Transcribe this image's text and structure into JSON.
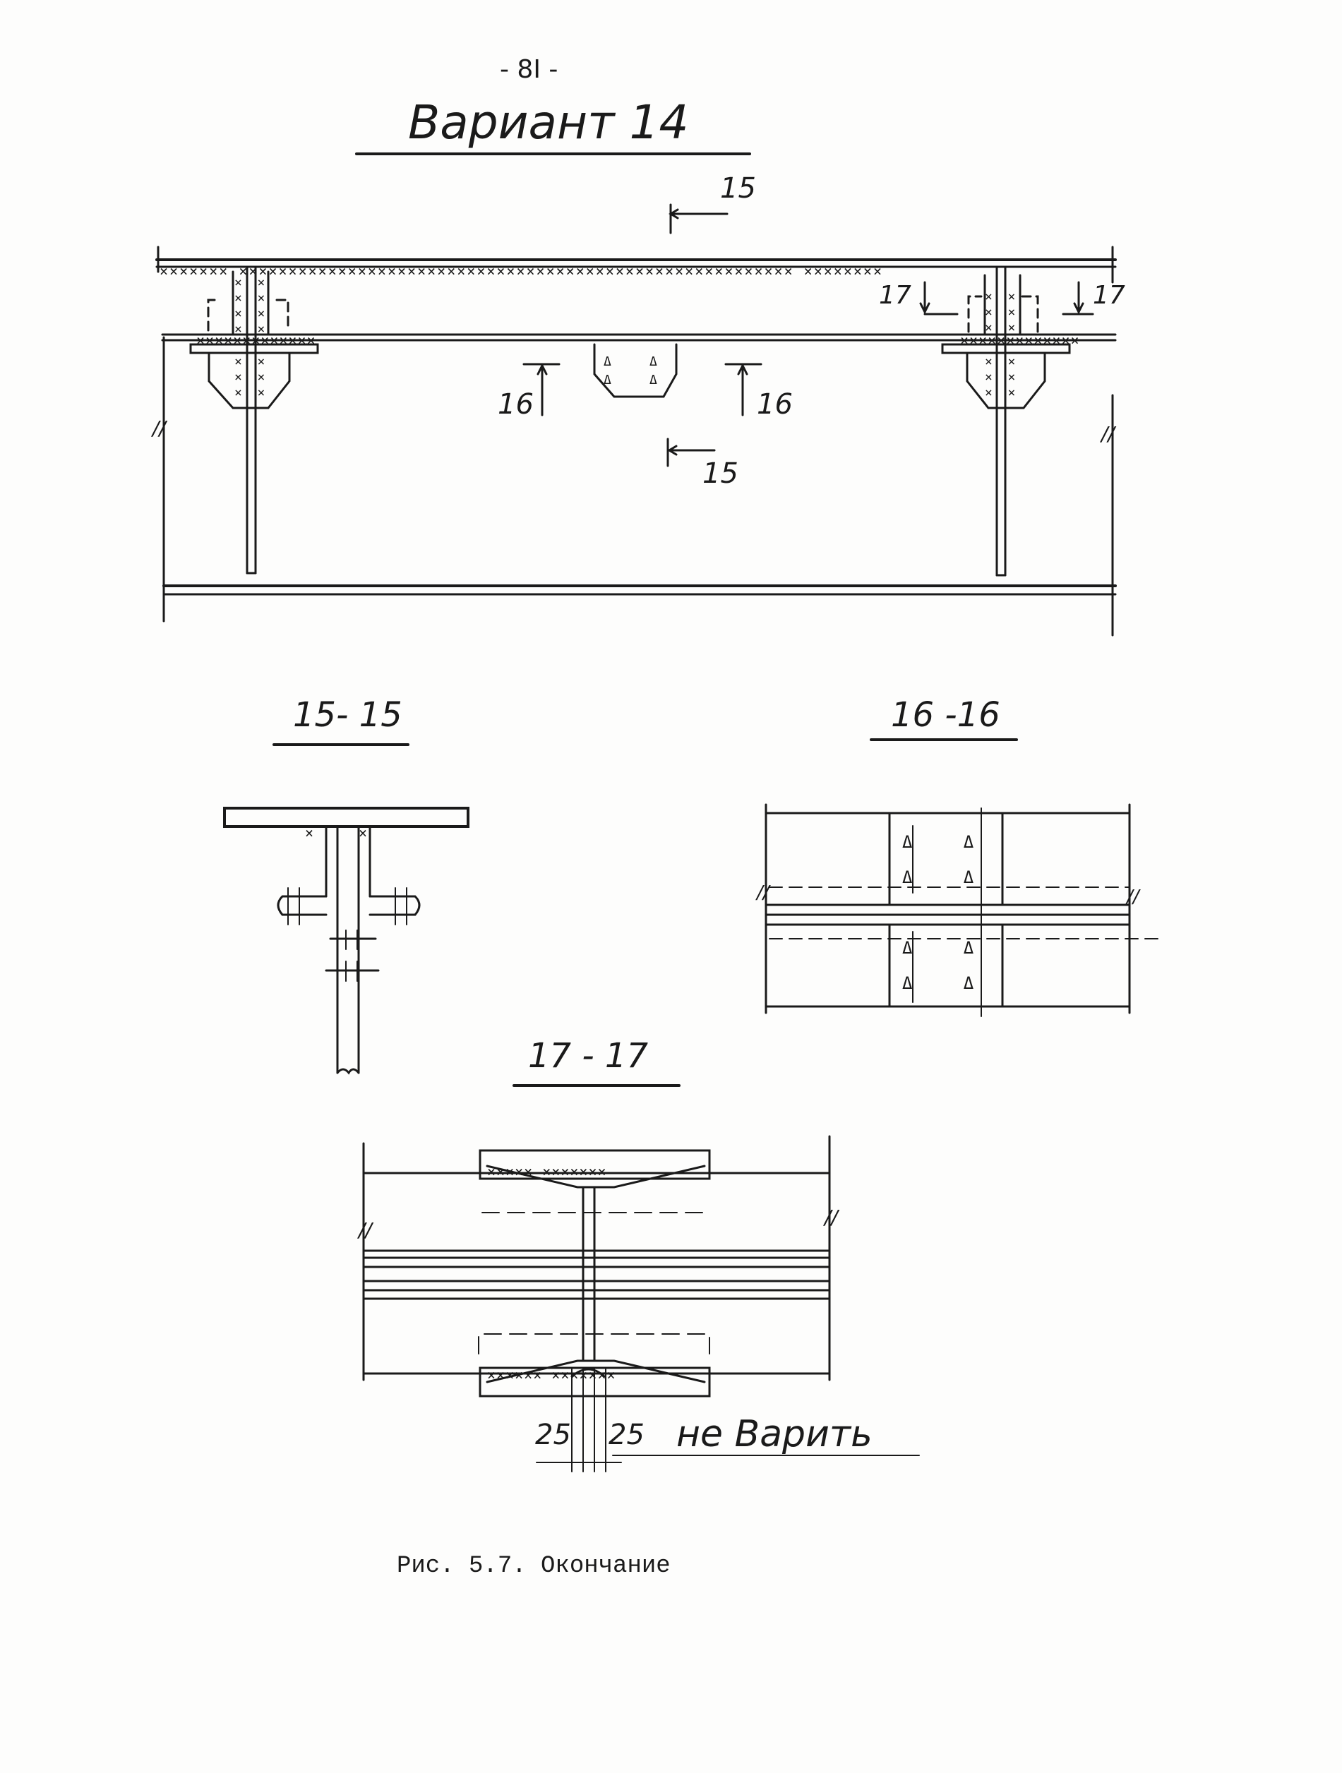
{
  "page": {
    "number": "- 8I -",
    "title": "Вариант 14"
  },
  "main_view": {
    "section_15_top": "15",
    "section_15_bottom": "15",
    "section_16_left": "16",
    "section_16_right": "16",
    "section_17_left": "17",
    "section_17_right": "17",
    "break_mark": "//"
  },
  "sections": {
    "s15": {
      "title": "15- 15"
    },
    "s16": {
      "title": "16 -16"
    },
    "s17": {
      "title": "17 - 17",
      "dim_left": "25",
      "dim_right": "25",
      "note": "не Варить"
    }
  },
  "caption": "Рис. 5.7. Окончание",
  "colors": {
    "ink": "#1a1a1a",
    "paper": "#fdfdfc"
  }
}
